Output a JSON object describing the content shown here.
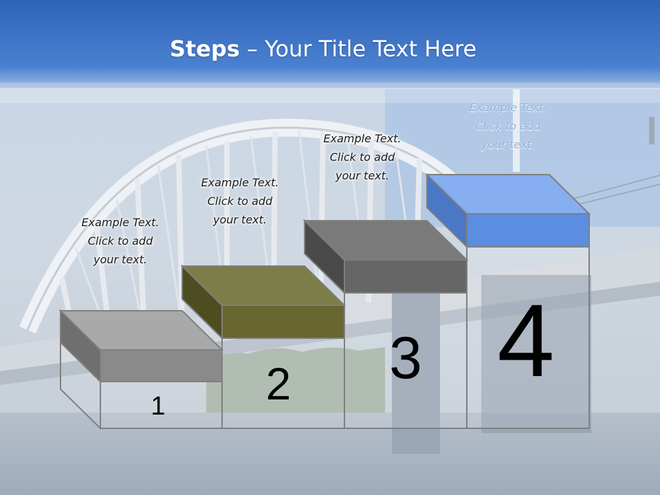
{
  "slide": {
    "title_bold": "Steps",
    "title_rest": " – Your Title Text Here"
  },
  "steps": [
    {
      "number": "1",
      "lines": [
        "Example Text.",
        "Click  to add",
        "your text."
      ],
      "top_color": "#a9a9a9",
      "front_color": "#8a8a8a",
      "side_color": "#6f6f6f"
    },
    {
      "number": "2",
      "lines": [
        "Example Text.",
        "Click  to add",
        "your text."
      ],
      "top_color": "#7d7d48",
      "front_color": "#67672f",
      "side_color": "#4d4d22"
    },
    {
      "number": "3",
      "lines": [
        "Example Text.",
        "Click  to add",
        "your text."
      ],
      "top_color": "#7a7a7a",
      "front_color": "#666666",
      "side_color": "#4a4a4a"
    },
    {
      "number": "4",
      "lines": [
        "Example Text.",
        "Click  to add",
        "your text."
      ],
      "top_color": "#86aef0",
      "front_color": "#5b8de0",
      "side_color": "#4a78c4"
    }
  ],
  "colors": {
    "header_blue": "#3a6fc4",
    "sky": "#b9cde2",
    "water": "#a9b5c2",
    "outline": "#7f7f7f"
  }
}
